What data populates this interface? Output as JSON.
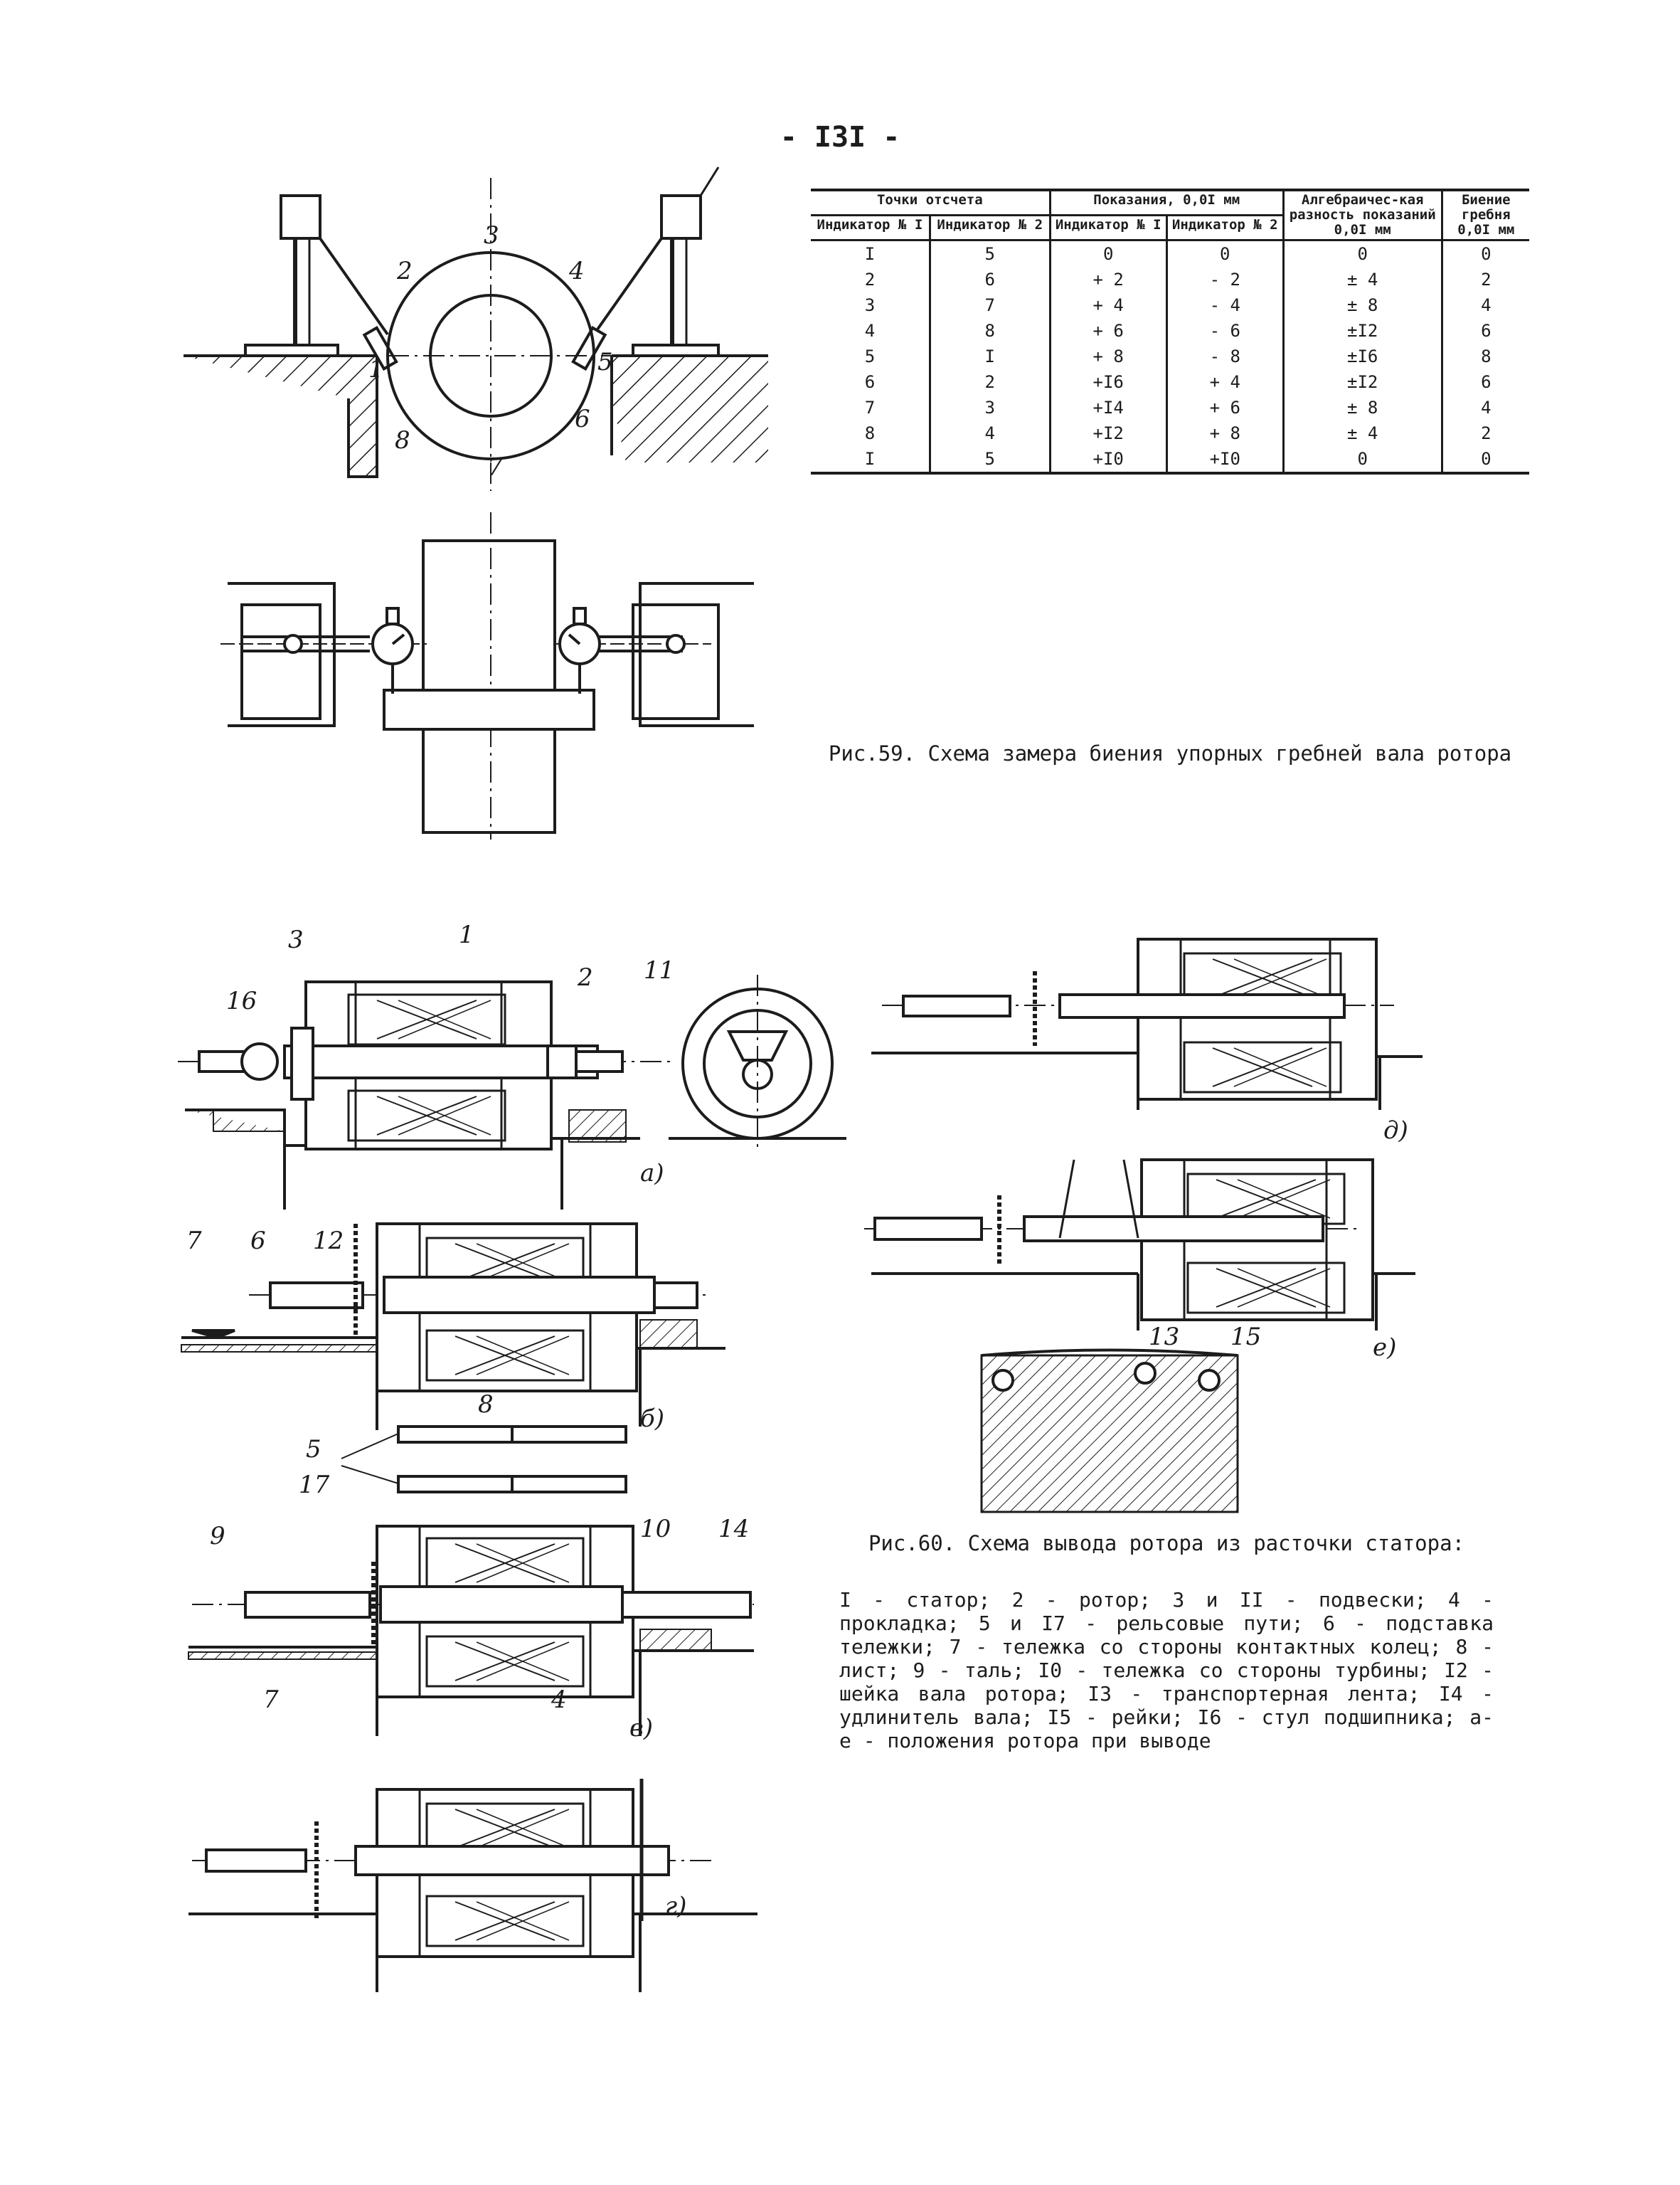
{
  "page_number": "- I3I -",
  "fig59": {
    "caption": "Рис.59. Схема замера биения упорных гребней вала ротора",
    "point_labels": [
      "1",
      "2",
      "3",
      "4",
      "5",
      "6",
      "7",
      "8"
    ],
    "table": {
      "group_headers": {
        "reference_points": "Точки отсчета",
        "readings": "Показания, 0,0I мм",
        "algebraic_difference": "Алгебраичес-кая разность показаний 0,0I мм",
        "runout": "Биение гребня 0,0I мм"
      },
      "sub_headers": {
        "ref_ind1": "Индикатор № I",
        "ref_ind2": "Индикатор № 2",
        "read_ind1": "Индикатор № I",
        "read_ind2": "Индикатор № 2"
      },
      "rows": [
        {
          "p1": "I",
          "p2": "5",
          "r1": "0",
          "r2": "0",
          "diff": "0",
          "runout": "0"
        },
        {
          "p1": "2",
          "p2": "6",
          "r1": "+ 2",
          "r2": "- 2",
          "diff": "± 4",
          "runout": "2"
        },
        {
          "p1": "3",
          "p2": "7",
          "r1": "+ 4",
          "r2": "- 4",
          "diff": "± 8",
          "runout": "4"
        },
        {
          "p1": "4",
          "p2": "8",
          "r1": "+ 6",
          "r2": "- 6",
          "diff": "±I2",
          "runout": "6"
        },
        {
          "p1": "5",
          "p2": "I",
          "r1": "+ 8",
          "r2": "- 8",
          "diff": "±I6",
          "runout": "8"
        },
        {
          "p1": "6",
          "p2": "2",
          "r1": "+I6",
          "r2": "+ 4",
          "diff": "±I2",
          "runout": "6"
        },
        {
          "p1": "7",
          "p2": "3",
          "r1": "+I4",
          "r2": "+ 6",
          "diff": "± 8",
          "runout": "4"
        },
        {
          "p1": "8",
          "p2": "4",
          "r1": "+I2",
          "r2": "+ 8",
          "diff": "± 4",
          "runout": "2"
        },
        {
          "p1": "I",
          "p2": "5",
          "r1": "+I0",
          "r2": "+I0",
          "diff": "0",
          "runout": "0"
        }
      ]
    }
  },
  "fig60": {
    "caption": "Рис.60. Схема вывода ротора из расточки статора:",
    "legend": "I - статор; 2 - ротор; 3 и II - подвески; 4 - прокладка; 5 и I7 - рельсовые пути; 6 - подставка тележки; 7 - тележка со стороны контактных колец; 8 - лист; 9 - таль; I0 - тележка со стороны турбины; I2 - шейка вала ротора; I3 - транспортерная лента; I4 - удлинитель вала; I5 - рейки; I6 - стул подшипника; а- е - положения ротора при выводе",
    "part_labels": {
      "stator": "1",
      "rotor": "2",
      "hanger_3": "3",
      "spacer": "4",
      "rails_5": "5",
      "trolley_stand": "6",
      "trolley_rings": "7",
      "sheet": "8",
      "hoist": "9",
      "trolley_turbine": "10",
      "hanger_11": "11",
      "journal": "12",
      "conveyor": "13",
      "extension": "14",
      "slats": "15",
      "pedestal": "16",
      "rails_17": "17"
    },
    "position_labels": [
      "a)",
      "б)",
      "в)",
      "г)",
      "д)",
      "е)"
    ]
  }
}
